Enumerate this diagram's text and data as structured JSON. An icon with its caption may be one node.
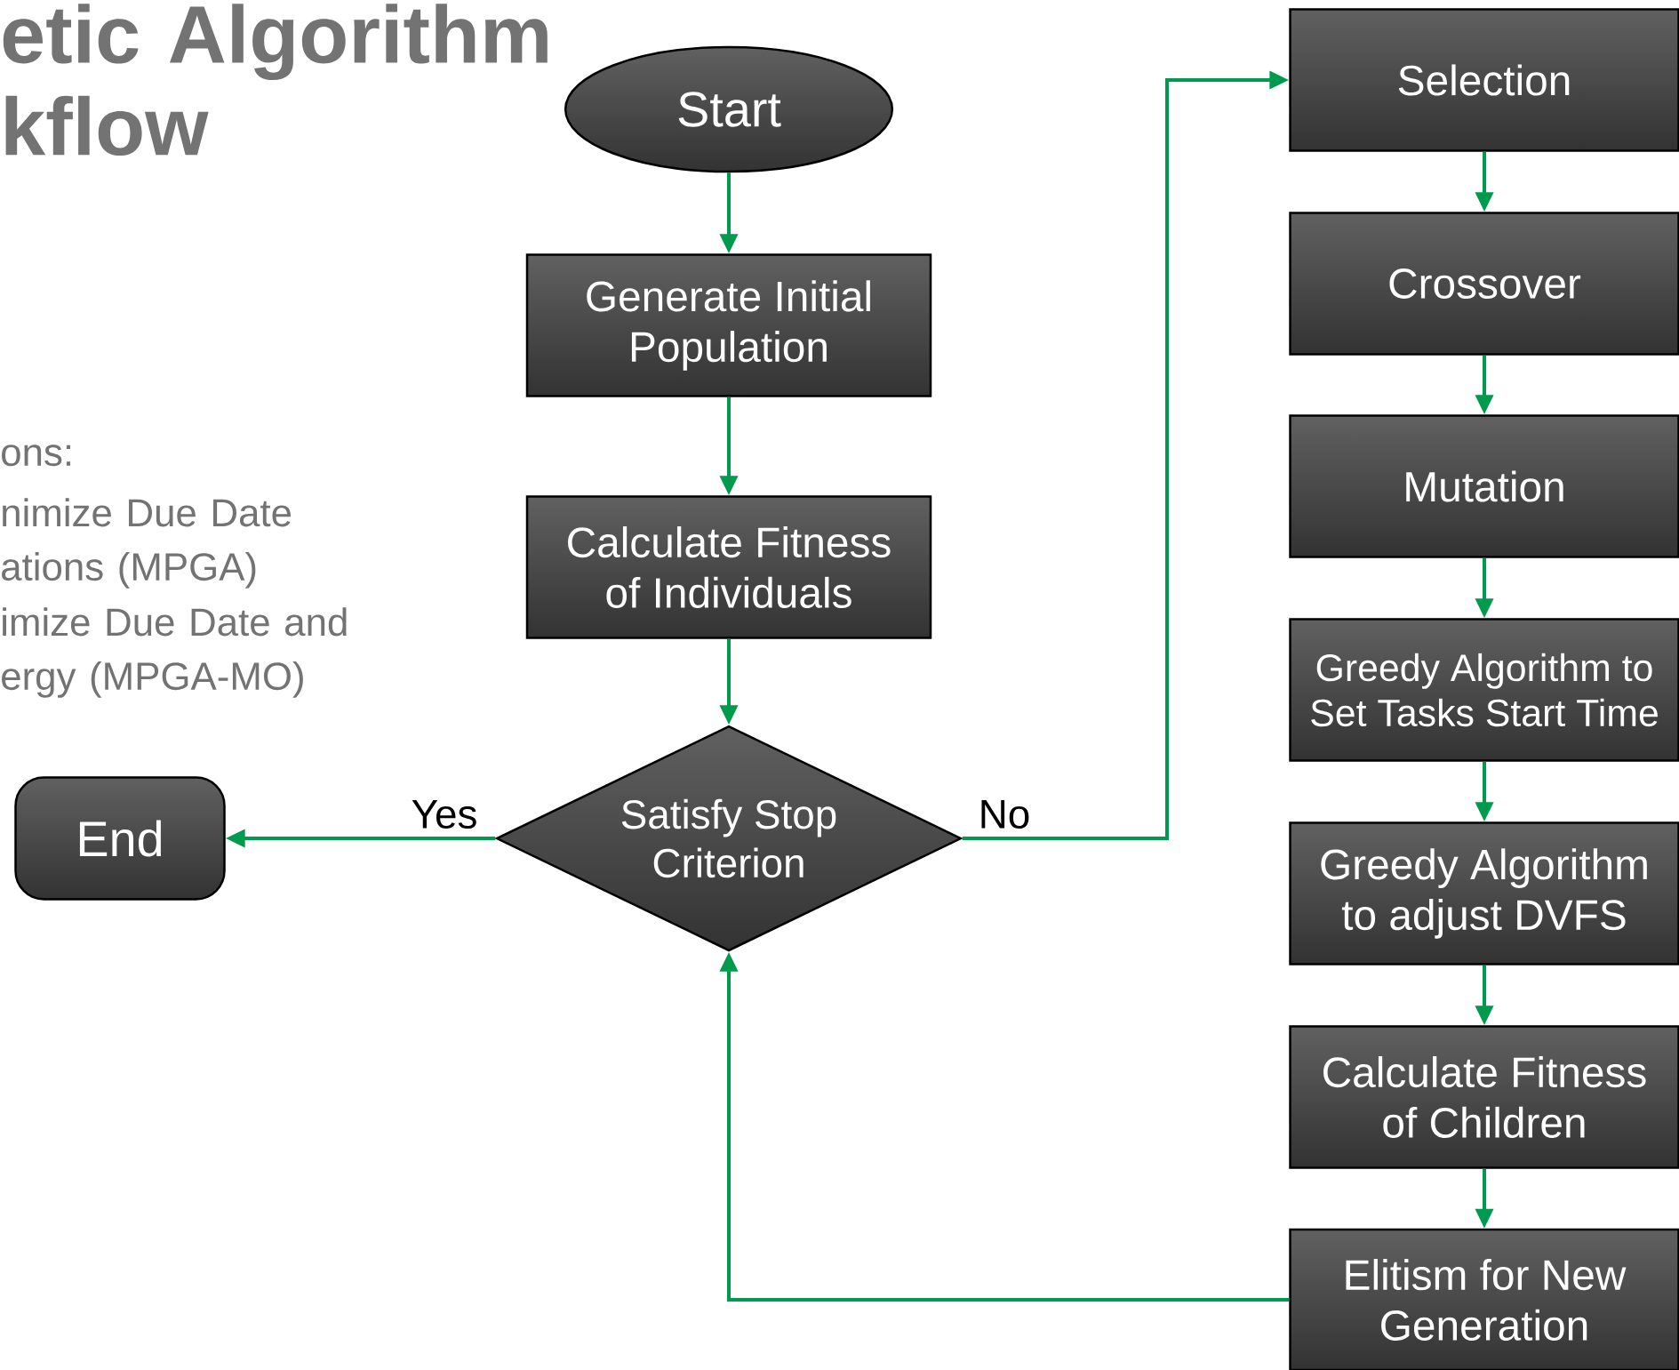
{
  "diagram": {
    "title": "etic Algorithm kflow",
    "nodes": [
      {
        "text": [
          "Start"
        ]
      },
      {
        "text": [
          "Generate Initial Population"
        ]
      },
      {
        "text": [
          "Calculate Fitness of Individuals"
        ]
      },
      {
        "text": [
          "Satisfy Stop Criterion"
        ]
      },
      {
        "text": [
          "End"
        ]
      },
      {
        "text": [
          "Selection"
        ]
      },
      {
        "text": [
          "Crossover"
        ]
      },
      {
        "text": [
          "Mutation"
        ]
      },
      {
        "text": [
          "Greedy Algorithm to Set Tasks Start Time"
        ]
      },
      {
        "text": [
          "Greedy Algorithm to adjust DVFS"
        ]
      },
      {
        "text": [
          "Calculate Fitness of Children"
        ]
      },
      {
        "text": [
          "Elitism for New Generation"
        ]
      }
    ],
    "edges": [
      {
        "from": 0,
        "to": 1,
        "arrow": "to"
      },
      {
        "from": 1,
        "to": 2,
        "arrow": "to"
      },
      {
        "from": 2,
        "to": 3,
        "arrow": "to"
      },
      {
        "from": 3,
        "to": 4,
        "arrow": "to",
        "label": "Yes"
      },
      {
        "from": 3,
        "to": 5,
        "arrow": "to",
        "label": "No"
      },
      {
        "from": 5,
        "to": 6,
        "arrow": "to"
      },
      {
        "from": 6,
        "to": 7,
        "arrow": "to"
      },
      {
        "from": 7,
        "to": 8,
        "arrow": "to"
      },
      {
        "from": 8,
        "to": 9,
        "arrow": "to"
      },
      {
        "from": 9,
        "to": 10,
        "arrow": "to"
      },
      {
        "from": 10,
        "to": 11,
        "arrow": "to"
      },
      {
        "from": 11,
        "to": 3,
        "arrow": "to"
      }
    ],
    "labels": [
      "ons:",
      "nimize Due Date ations (MPGA)",
      "imize Due Date and ergy (MPGA-MO)"
    ]
  }
}
